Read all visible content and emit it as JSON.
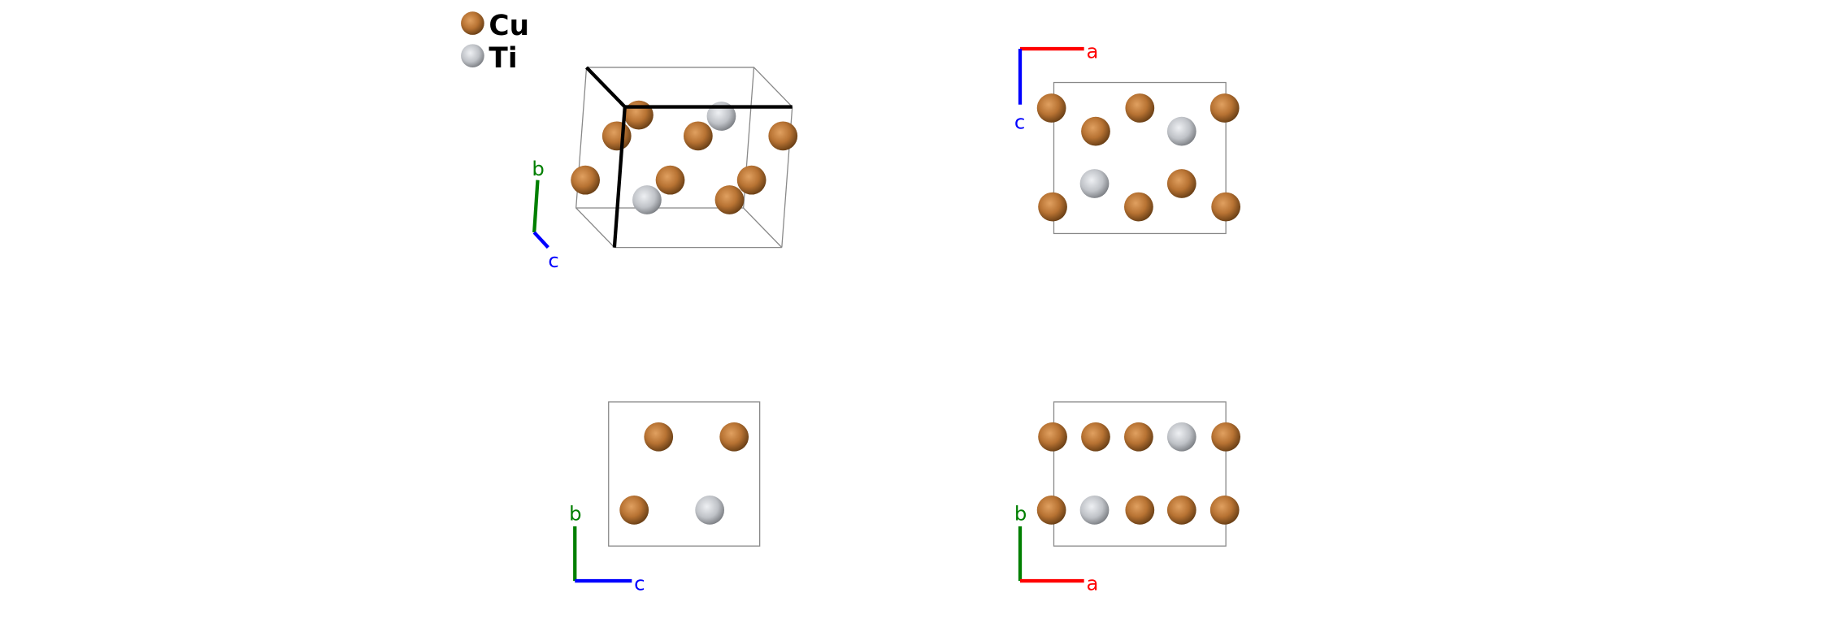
{
  "legend": [
    {
      "label": "Cu",
      "color": "#b87333"
    },
    {
      "label": "Ti",
      "color": "#bfc2c7"
    }
  ],
  "axis_colors": {
    "a": "#ff0000",
    "b": "#007f00",
    "c": "#0000ff"
  },
  "views": [
    {
      "name": "perspective",
      "axes": {
        "b": "b",
        "c": "c"
      },
      "atoms": [
        "Cu",
        "Cu",
        "Cu",
        "Cu",
        "Cu",
        "Cu",
        "Cu",
        "Cu",
        "Ti",
        "Ti"
      ]
    },
    {
      "name": "view-along-b",
      "axes": {
        "a": "a",
        "c": "c"
      },
      "atoms": [
        "Cu",
        "Cu",
        "Cu",
        "Cu",
        "Cu",
        "Cu",
        "Cu",
        "Cu",
        "Ti",
        "Ti"
      ]
    },
    {
      "name": "view-along-a",
      "axes": {
        "b": "b",
        "c": "c"
      },
      "atoms": [
        "Cu",
        "Cu",
        "Cu",
        "Ti"
      ]
    },
    {
      "name": "view-along-c",
      "axes": {
        "b": "b",
        "a": "a"
      },
      "atoms": [
        "Cu",
        "Cu",
        "Cu",
        "Ti",
        "Cu",
        "Cu",
        "Ti",
        "Cu",
        "Cu",
        "Cu"
      ]
    }
  ]
}
